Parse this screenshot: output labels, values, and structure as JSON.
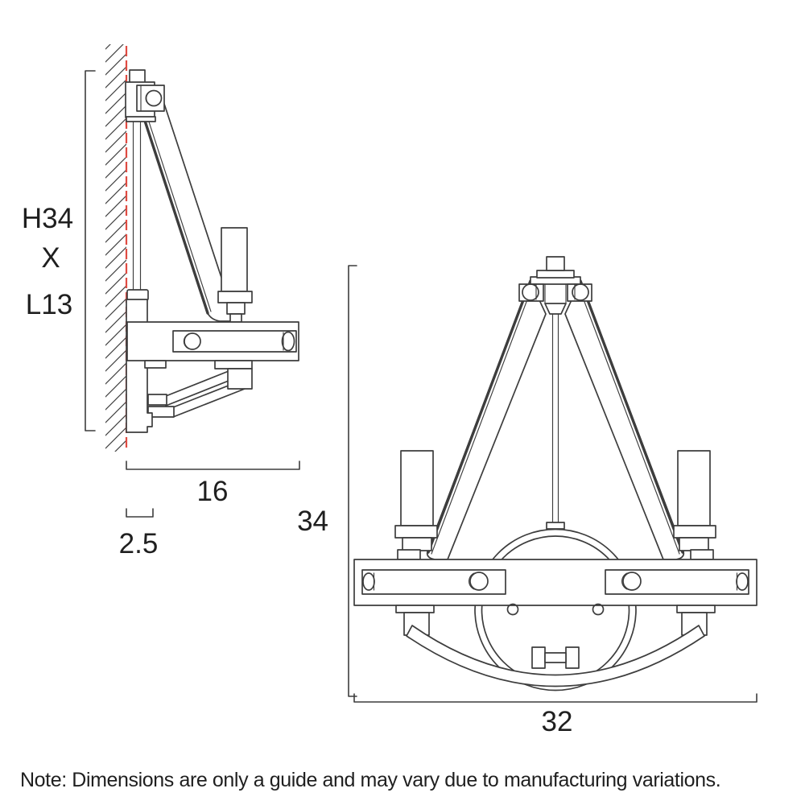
{
  "drawing": {
    "note": "Note: Dimensions are only a guide and may vary due to manufacturing variations.",
    "side_view": {
      "overall_dimension": {
        "height": "H34",
        "separator": "X",
        "length": "L13"
      },
      "depth_dimension": "16",
      "wall_plate_dimension": "2.5"
    },
    "front_view": {
      "height_dimension": "34",
      "width_dimension": "32"
    }
  },
  "colors": {
    "line": "#3d3d3d",
    "label": "#1f1f1f",
    "wall-surface": "#e04b42",
    "background": "#ffffff"
  }
}
